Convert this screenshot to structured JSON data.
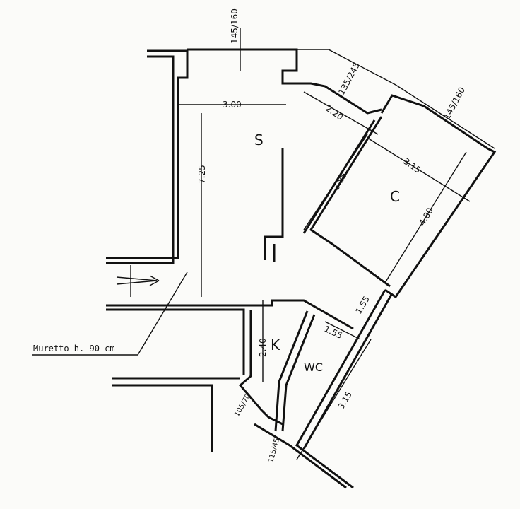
{
  "rooms": {
    "s": "S",
    "c": "C",
    "k": "K",
    "wc": "WC"
  },
  "dimensions": {
    "top_window": "145/160",
    "s_width": "3.00",
    "s_length": "7.25",
    "door_angle": "135/245",
    "diag_wall": "2.20",
    "c_window": "145/160",
    "c_width": "3.15",
    "c_side": "3.85",
    "c_length": "4.80",
    "wc_top_outer": "1.55",
    "wc_top_inner": "1.55",
    "k_length": "2.40",
    "wc_length": "3.15",
    "k_window": "105/70",
    "wc_window": "115/45"
  },
  "annotation": "Muretto h. 90 cm",
  "colors": {
    "ink": "#111111",
    "paper": "#fbfbf9",
    "accent": "#cc2222"
  }
}
